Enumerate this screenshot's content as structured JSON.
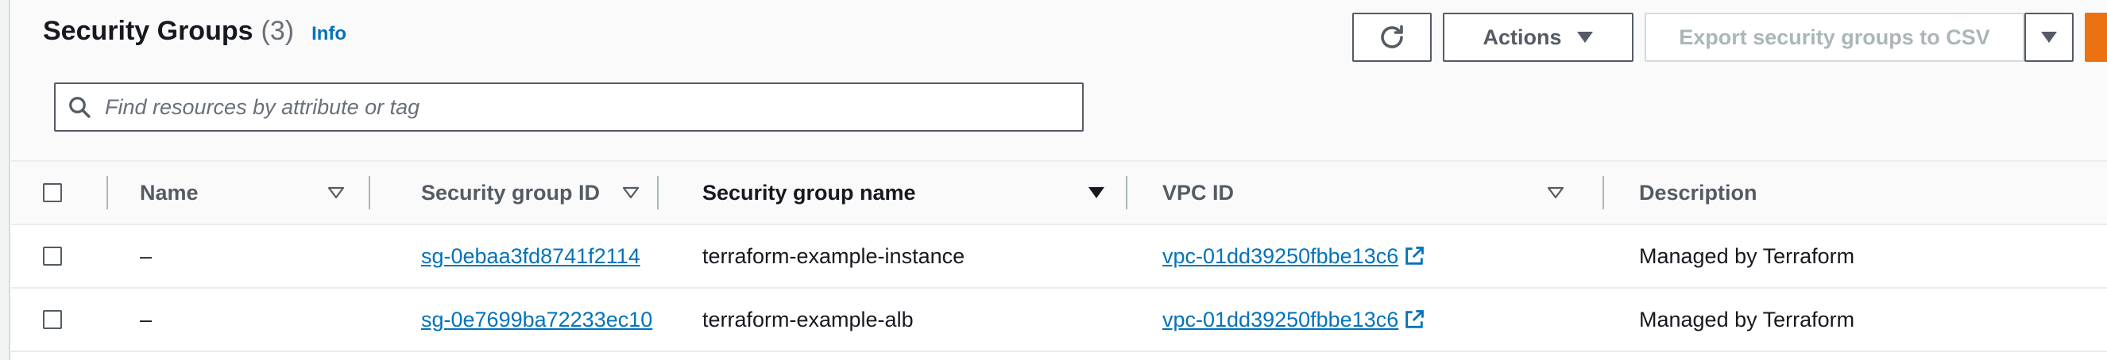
{
  "header": {
    "title": "Security Groups",
    "count": "(3)",
    "info": "Info"
  },
  "toolbar": {
    "actions_label": "Actions",
    "export_label": "Export security groups to CSV"
  },
  "search": {
    "placeholder": "Find resources by attribute or tag"
  },
  "table": {
    "columns": [
      "Name",
      "Security group ID",
      "Security group name",
      "VPC ID",
      "Description"
    ],
    "rows": [
      {
        "name": "–",
        "sg_id": "sg-0ebaa3fd8741f2114",
        "sg_name": "terraform-example-instance",
        "vpc_id": "vpc-01dd39250fbbe13c6",
        "description": "Managed by Terraform"
      },
      {
        "name": "–",
        "sg_id": "sg-0e7699ba72233ec10",
        "sg_name": "terraform-example-alb",
        "vpc_id": "vpc-01dd39250fbbe13c6",
        "description": "Managed by Terraform"
      }
    ]
  },
  "colors": {
    "link": "#0073bb",
    "primary": "#ec7211",
    "border": "#545b64"
  }
}
